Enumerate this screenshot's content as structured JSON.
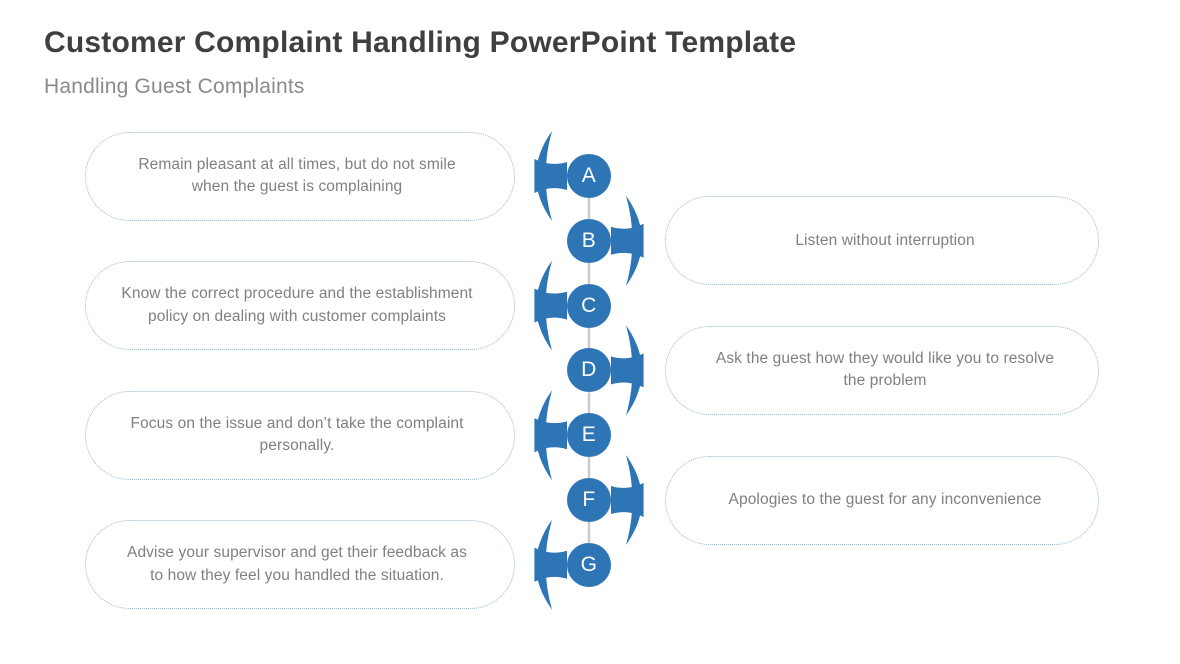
{
  "header": {
    "title": "Customer Complaint Handling PowerPoint Template",
    "subtitle": "Handling Guest Complaints"
  },
  "theme": {
    "accent_blue": "#2E75B6",
    "bubble_border": "#9AB6CF",
    "body_text": "#808080",
    "title_text": "#3F3F3F",
    "subtitle_text": "#8A8A8A",
    "spine_line": "#C9C9C9",
    "background": "#FFFFFF"
  },
  "diagram": {
    "type": "vertical-spine-alternating-callouts",
    "node_count": 7,
    "nodes": [
      {
        "letter": "A",
        "side": "left",
        "text": "Remain pleasant at all times, but do not smile when the guest is complaining"
      },
      {
        "letter": "B",
        "side": "right",
        "text": "Listen without interruption"
      },
      {
        "letter": "C",
        "side": "left",
        "text": "Know the correct procedure and the establishment policy on dealing with customer complaints"
      },
      {
        "letter": "D",
        "side": "right",
        "text": "Ask the guest how they would like you to resolve the problem"
      },
      {
        "letter": "E",
        "side": "left",
        "text": "Focus on the issue and don’t take the complaint personally."
      },
      {
        "letter": "F",
        "side": "right",
        "text": "Apologies to the guest for any inconvenience"
      },
      {
        "letter": "G",
        "side": "left",
        "text": "Advise your supervisor and get their feedback as to how they feel you handled the situation."
      }
    ]
  }
}
